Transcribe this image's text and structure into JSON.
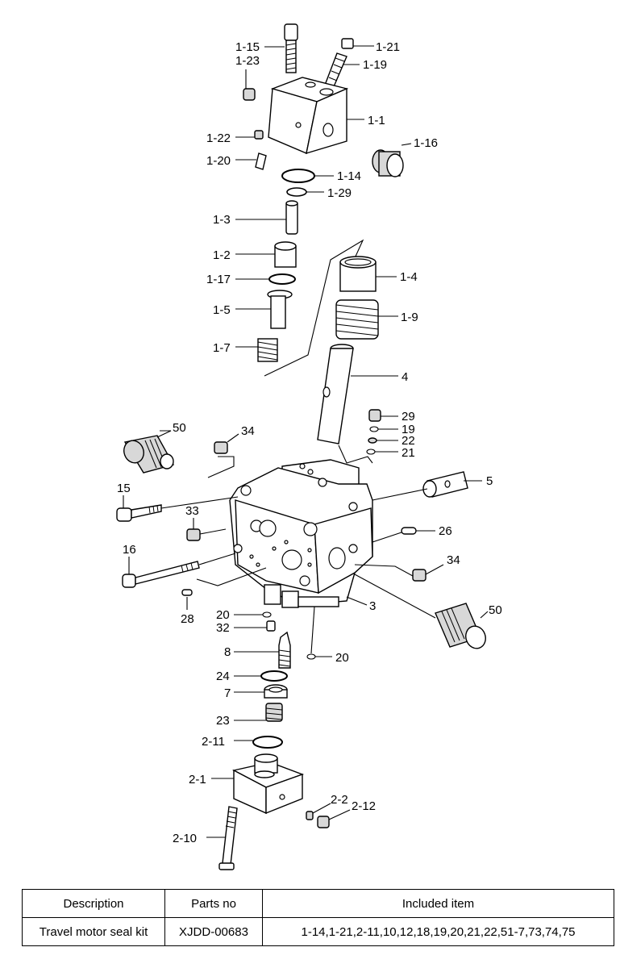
{
  "labels": {
    "l_1_15": "1-15",
    "l_1_23": "1-23",
    "l_1_21": "1-21",
    "l_1_19": "1-19",
    "l_1_1": "1-1",
    "l_1_22": "1-22",
    "l_1_16": "1-16",
    "l_1_20": "1-20",
    "l_1_14": "1-14",
    "l_1_29": "1-29",
    "l_1_3": "1-3",
    "l_1_2": "1-2",
    "l_1_4": "1-4",
    "l_1_17": "1-17",
    "l_1_5": "1-5",
    "l_1_9": "1-9",
    "l_1_7": "1-7",
    "l_4": "4",
    "l_50a": "50",
    "l_34a": "34",
    "l_29": "29",
    "l_19": "19",
    "l_22": "22",
    "l_21": "21",
    "l_5": "5",
    "l_15": "15",
    "l_33": "33",
    "l_26": "26",
    "l_16": "16",
    "l_34b": "34",
    "l_3": "3",
    "l_20a": "20",
    "l_28": "28",
    "l_50b": "50",
    "l_32": "32",
    "l_8": "8",
    "l_20b": "20",
    "l_24": "24",
    "l_7": "7",
    "l_23": "23",
    "l_2_11": "2-11",
    "l_2_1": "2-1",
    "l_2_2": "2-2",
    "l_2_12": "2-12",
    "l_2_10": "2-10"
  },
  "table": {
    "headers": [
      "Description",
      "Parts no",
      "Included item"
    ],
    "row": [
      "Travel motor seal kit",
      "XJDD-00683",
      "1-14,1-21,2-11,10,12,18,19,20,21,22,51-7,73,74,75"
    ]
  }
}
